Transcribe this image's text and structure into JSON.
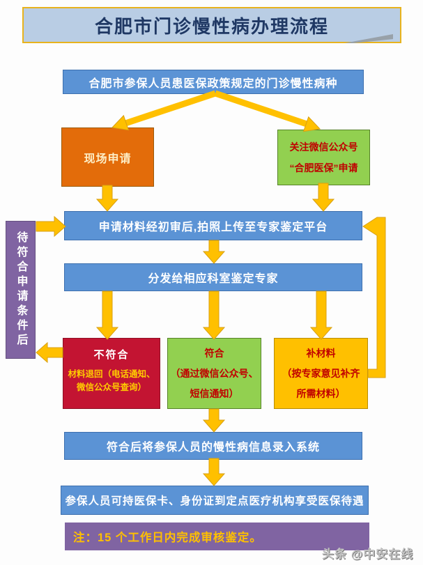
{
  "title": "合肥市门诊慢性病办理流程",
  "watermark": "头条 @中安在线",
  "nodes": {
    "disease": "合肥市参保人员患医保政策规定的门诊慢性病种",
    "onsite": "现场申请",
    "wechat": {
      "line1": "关注微信公众号",
      "line2": "“合肥医保”申请"
    },
    "upload": "申请材料经初审后,拍照上传至专家鉴定平台",
    "wait": "待符合申请条件后",
    "dispatch": "分发给相应科室鉴定专家",
    "reject": {
      "title": "不符合",
      "line1": "材料退回（电话通知、",
      "line2": "微信公众号查询）"
    },
    "pass": {
      "title": "符合",
      "line1": "（通过微信公众号、",
      "line2": "短信通知）"
    },
    "supplement": {
      "title": "补材料",
      "line1": "（按专家意见补齐",
      "line2": "所需材料）"
    },
    "record": "符合后将参保人员的慢性病信息录入系统",
    "benefit": "参保人员可持医保卡、身份证到定点医疗机构享受医保待遇",
    "note": "注：15 个工作日内完成审核鉴定。"
  },
  "colors": {
    "process_blue": "#5b93d5",
    "onsite_orange": "#e36c0a",
    "pass_green": "#92d050",
    "supplement_yellow": "#ffc000",
    "reject_red": "#c31432",
    "side_purple": "#8064a2",
    "title_fill": "#b9cde4",
    "gold_border": "#e8b31d",
    "arrow_gold": "#ffc000"
  }
}
